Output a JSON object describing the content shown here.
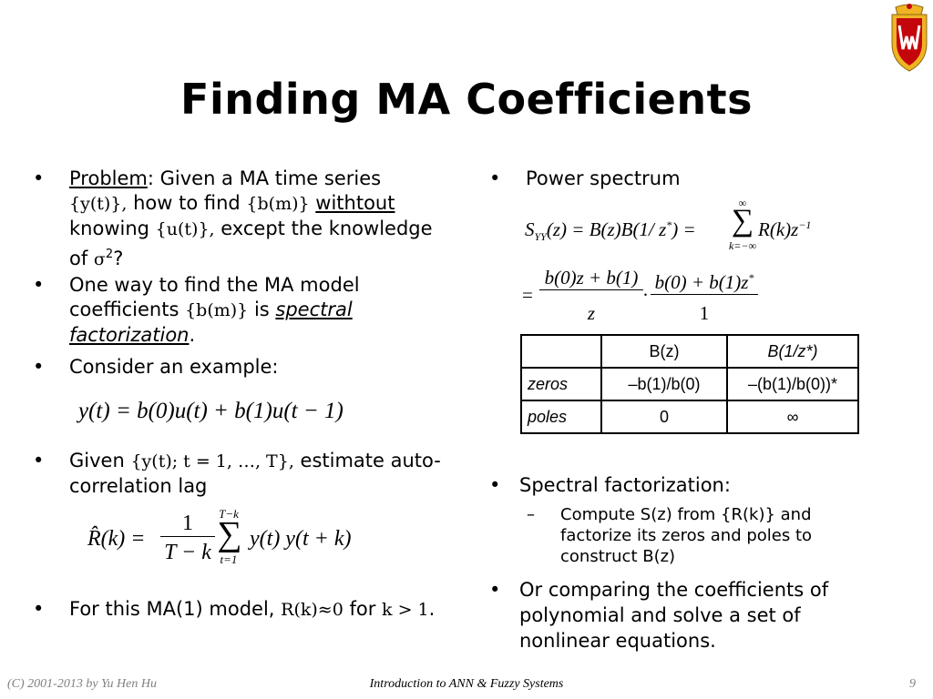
{
  "title": "Finding MA Coefficients",
  "left": {
    "b1": {
      "problem_label": "Problem",
      "colon": ": Given a MA  time series",
      "yt": "{y(t)},",
      "how": " how to find ",
      "bm": "{b(m)}",
      "withtout": "withtout",
      "knowing": "knowing ",
      "ut": "{u(t)},",
      "except": " except the knowledge",
      "of": "of ",
      "sigma": "σ",
      "sq": "2",
      "q": "?"
    },
    "b2": {
      "l1": "One way to find the MA model",
      "l2a": "coefficients ",
      "bm": "{b(m)}",
      "is": " is ",
      "spectral": "spectral",
      "factorization": "factorization",
      "dot": "."
    },
    "b3": {
      "text": "Consider an example:"
    },
    "eq1": "y(t) = b(0)u(t) + b(1)u(t − 1)",
    "b4": {
      "given": "Given ",
      "set": "{y(t); t = 1, …, T},",
      "estimate": " estimate auto-",
      "l2": "correlation lag"
    },
    "eq2": {
      "lhs": "R̂(k) =",
      "num": "1",
      "den": "T − k",
      "upper": "T−k",
      "sum": "∑",
      "lower": "t=1",
      "rhs": "y(t) y(t + k)"
    },
    "b5": {
      "pre": "For this MA(1) model, ",
      "rk": "R(k)≈0",
      "for": " for ",
      "kg": "k > 1",
      "dot": "."
    }
  },
  "right": {
    "b1": {
      "text": "Power spectrum"
    },
    "eq3": {
      "lhs": "S",
      "lhs_sub": "YY",
      "mid": "(z) = B(z)B(1/ z",
      "star": "*",
      "mid2": ") =",
      "upper": "∞",
      "sum": "∑",
      "lower": "k=−∞",
      "rhs": "R(k)z",
      "rhs_sup": "−1"
    },
    "eq4": {
      "eq": "=",
      "num1": "b(0)z + b(1)",
      "den1": "z",
      "dot": "·",
      "num2": "b(0) + b(1)z",
      "num2_sup": "*",
      "den2": "1"
    },
    "table": {
      "header": [
        "",
        "B(z)",
        "B(1/z*)"
      ],
      "rows": [
        [
          "zeros",
          "–b(1)/b(0)",
          "–(b(1)/b(0))*"
        ],
        [
          "poles",
          "0",
          "∞"
        ]
      ]
    },
    "b2": {
      "text": "Spectral factorization:",
      "sub": {
        "dash": "–",
        "l1": "Compute S(z) from {R(k)} and",
        "l2": "factorize its zeros and poles to",
        "l3": "construct B(z)"
      }
    },
    "b3": {
      "l1": "Or comparing the coefficients of",
      "l2": "polynomial and solve a set of",
      "l3": "nonlinear equations."
    }
  },
  "footer": {
    "left": "(C) 2001-2013 by Yu Hen Hu",
    "center": "Introduction to ANN & Fuzzy Systems",
    "right": "9"
  },
  "crest": {
    "letter": "W",
    "colors": {
      "red": "#c5050c",
      "gold": "#f0b323"
    }
  }
}
